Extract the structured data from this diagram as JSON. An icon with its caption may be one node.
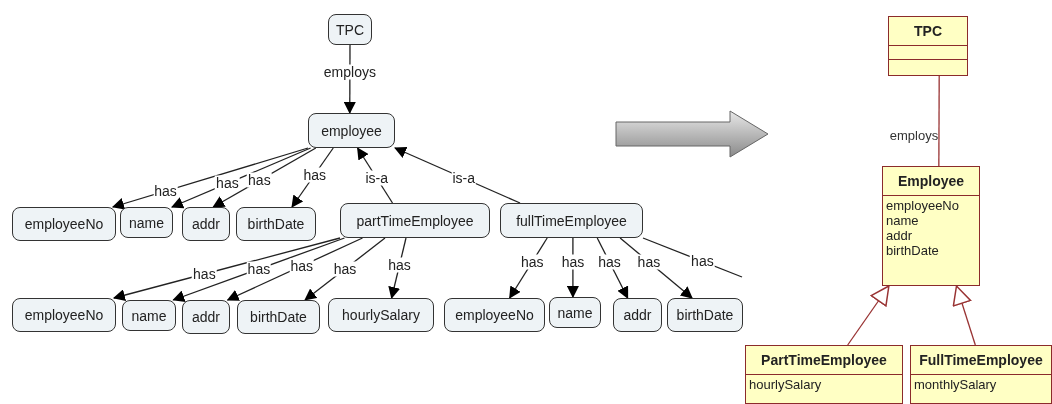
{
  "diagram": {
    "nodes": [
      {
        "text": [
          "TPC"
        ]
      },
      {
        "text": [
          "employee"
        ]
      },
      {
        "text": [
          "employeeNo"
        ]
      },
      {
        "text": [
          "name"
        ]
      },
      {
        "text": [
          "addr"
        ]
      },
      {
        "text": [
          "birthDate"
        ]
      },
      {
        "text": [
          "partTimeEmployee"
        ]
      },
      {
        "text": [
          "fullTimeEmployee"
        ]
      },
      {
        "text": [
          "employeeNo"
        ]
      },
      {
        "text": [
          "name"
        ]
      },
      {
        "text": [
          "addr"
        ]
      },
      {
        "text": [
          "birthDate"
        ]
      },
      {
        "text": [
          "hourlySalary"
        ]
      },
      {
        "text": [
          "employeeNo"
        ]
      },
      {
        "text": [
          "name"
        ]
      },
      {
        "text": [
          "addr"
        ]
      },
      {
        "text": [
          "birthDate"
        ]
      },
      {
        "text": [
          "TPC"
        ]
      },
      {
        "text": [
          "Employee",
          "employeeNo",
          "name",
          "addr",
          "birthDate"
        ]
      },
      {
        "text": [
          "PartTimeEmployee",
          "hourlySalary"
        ]
      },
      {
        "text": [
          "FullTimeEmployee",
          "monthlySalary"
        ]
      }
    ],
    "edges": [
      {
        "from": 0,
        "to": 1,
        "arrow": "to",
        "label": "employs"
      },
      {
        "from": 1,
        "to": 2,
        "arrow": "to",
        "label": "has"
      },
      {
        "from": 1,
        "to": 3,
        "arrow": "to",
        "label": "has"
      },
      {
        "from": 1,
        "to": 4,
        "arrow": "to",
        "label": "has"
      },
      {
        "from": 1,
        "to": 5,
        "arrow": "to",
        "label": "has"
      },
      {
        "from": 6,
        "to": 1,
        "arrow": "to",
        "label": "is-a"
      },
      {
        "from": 7,
        "to": 1,
        "arrow": "to",
        "label": "is-a"
      },
      {
        "from": 6,
        "to": 8,
        "arrow": "to",
        "label": "has"
      },
      {
        "from": 6,
        "to": 9,
        "arrow": "to",
        "label": "has"
      },
      {
        "from": 6,
        "to": 10,
        "arrow": "to",
        "label": "has"
      },
      {
        "from": 6,
        "to": 11,
        "arrow": "to",
        "label": "has"
      },
      {
        "from": 6,
        "to": 12,
        "arrow": "to",
        "label": "has"
      },
      {
        "from": 7,
        "to": 13,
        "arrow": "to",
        "label": "has"
      },
      {
        "from": 7,
        "to": 14,
        "arrow": "to",
        "label": "has"
      },
      {
        "from": 7,
        "to": 15,
        "arrow": "to",
        "label": "has"
      },
      {
        "from": 7,
        "to": 16,
        "arrow": "to",
        "label": "has"
      },
      {
        "from": 7,
        "to": null,
        "arrow": "none",
        "label": "has"
      },
      {
        "from": 17,
        "to": 18,
        "arrow": "none",
        "label": "employs",
        "color": "#993333"
      },
      {
        "from": 19,
        "to": 18,
        "arrow": "to",
        "color": "#993333"
      },
      {
        "from": 20,
        "to": 18,
        "arrow": "to",
        "color": "#993333"
      }
    ]
  }
}
